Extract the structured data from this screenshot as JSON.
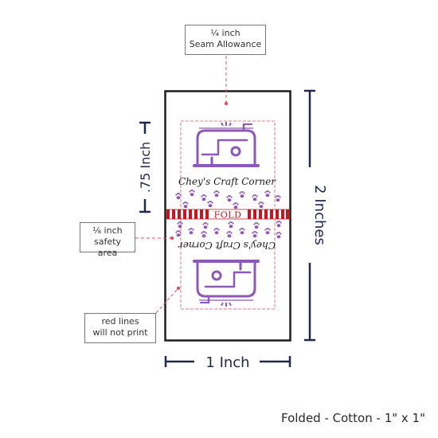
{
  "callouts": {
    "seam_fraction": "¼ inch",
    "seam_text": "Seam Allowance",
    "safety_fraction": "⅛ inch",
    "safety_text": "safety area",
    "red_lines_line1": "red lines",
    "red_lines_line2": "will not print"
  },
  "dimensions": {
    "height_label": "2 Inches",
    "width_label": "1 Inch",
    "half_label": ".75 Inch"
  },
  "label": {
    "brand_text": "Chey's Craft Corner",
    "fold_text": "FOLD",
    "sewing_machine_icon": "sewing-machine-icon",
    "paw_icon": "paw-print-icon"
  },
  "caption": "Folded - Cotton - 1\" x 1\"",
  "colors": {
    "purple": "#8c59b4",
    "fold_red": "#c8141e",
    "guide_pink": "#e0788a",
    "dimension_navy": "#23284a"
  }
}
